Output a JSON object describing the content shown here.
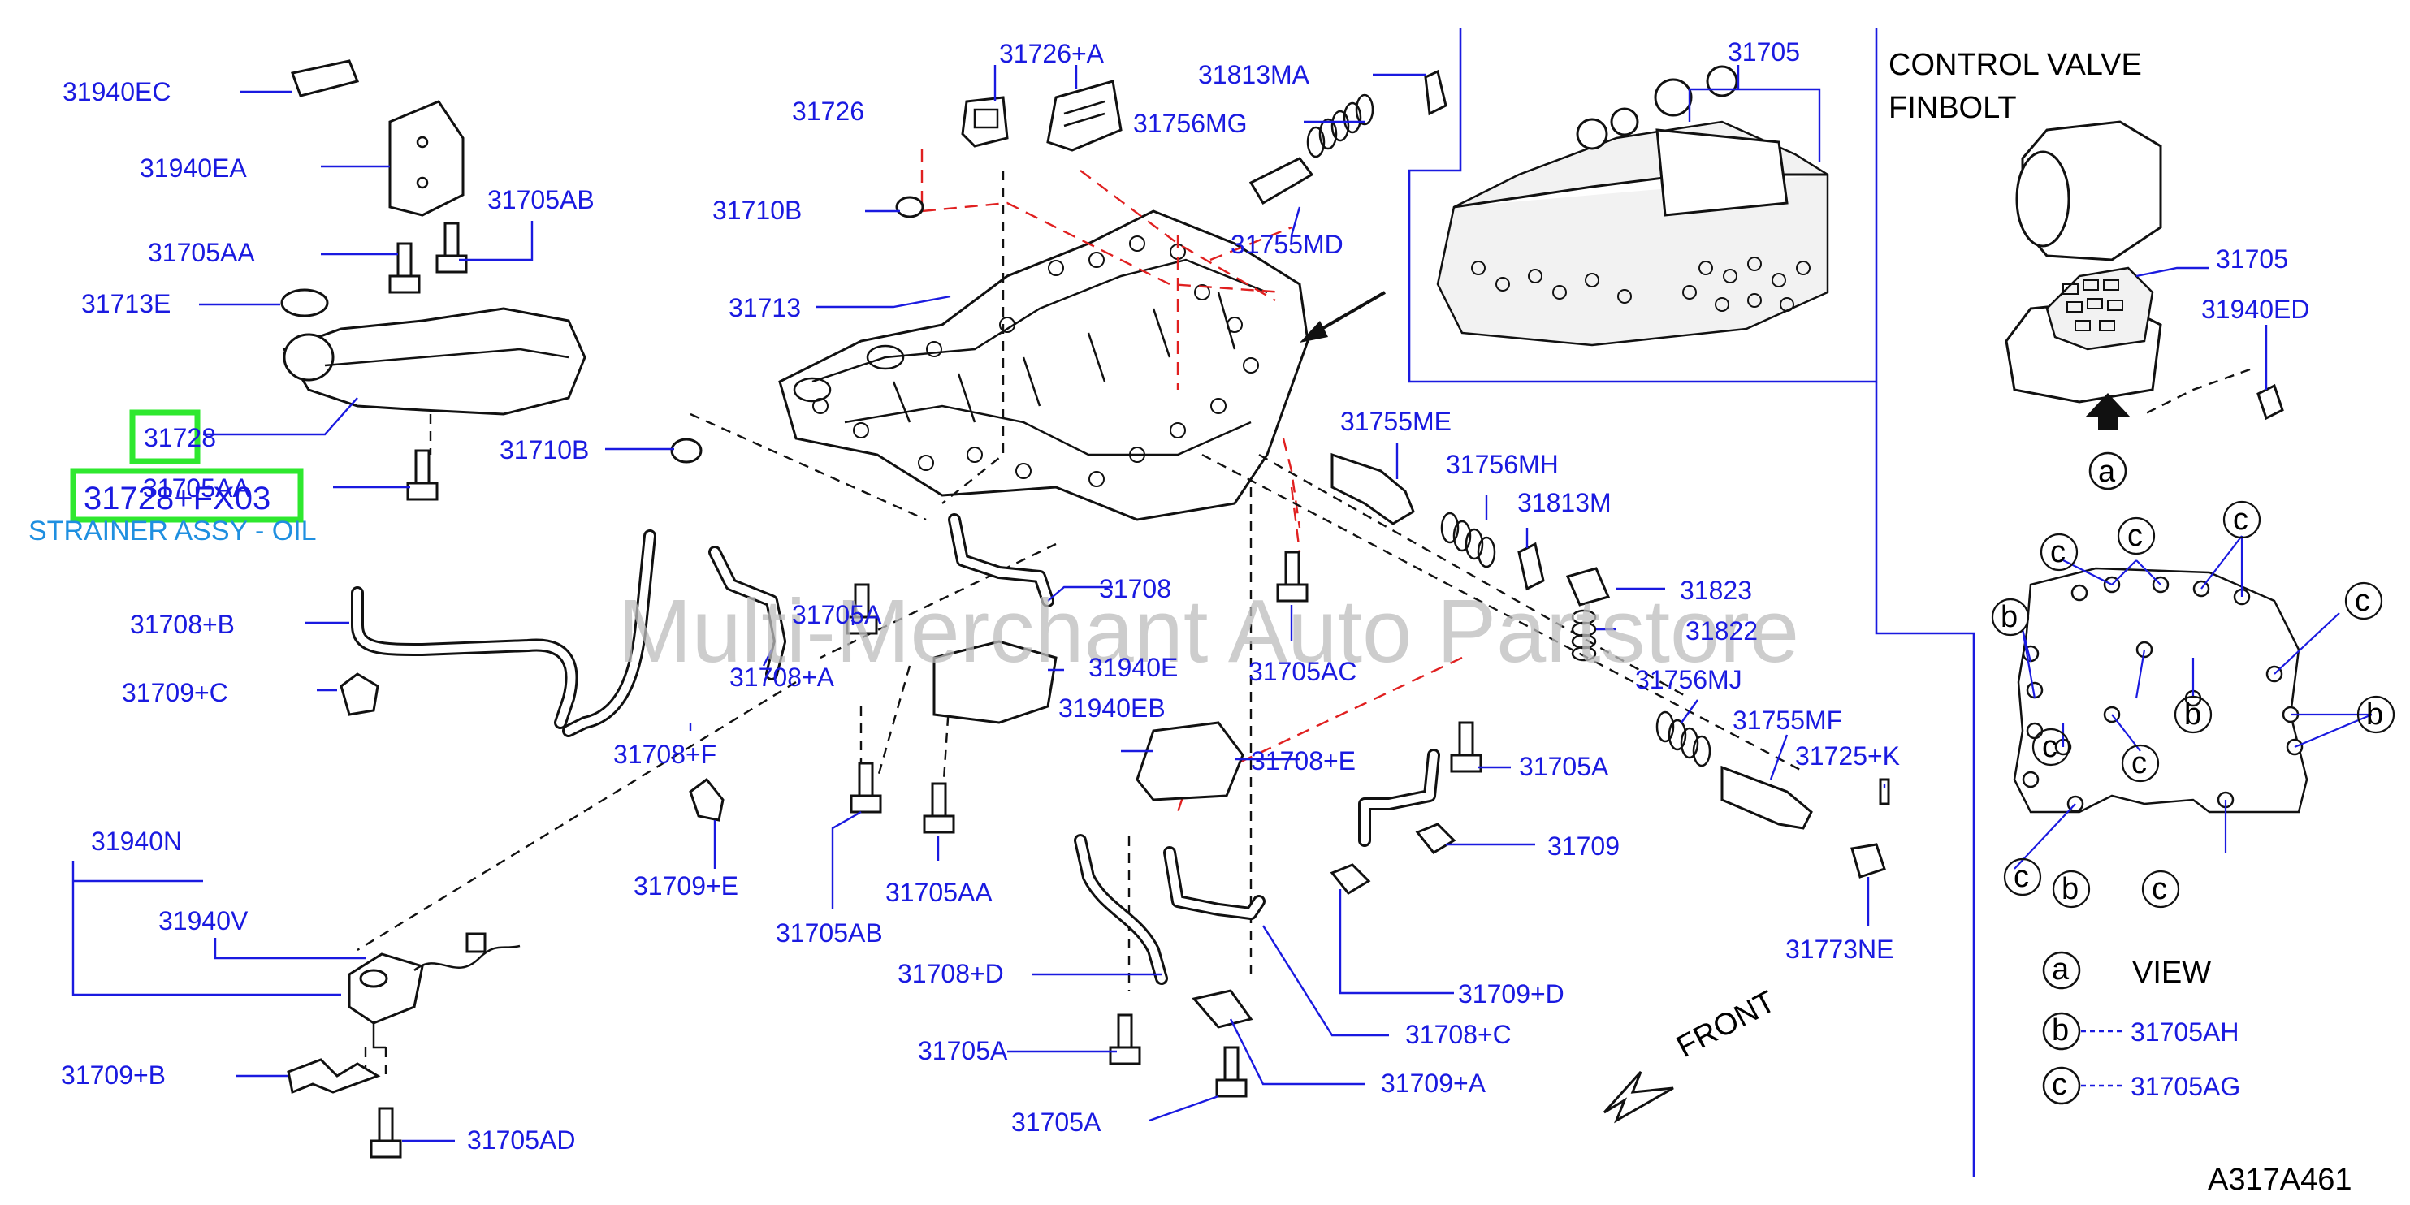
{
  "diagram": {
    "watermark": "Multi-Merchant Auto Partstore",
    "figure_code": "A317A461",
    "highlighted_label": "31728",
    "highlighted_overlay": "31728+FX03",
    "highlighted_overlay_under": "31705AA",
    "strainer_caption": "STRAINER ASSY - OIL",
    "inset_title_line1": "CONTROL  VALVE",
    "inset_title_line2": "FINBOLT",
    "front_label": "FRONT",
    "view_label": "VIEW",
    "legend": [
      {
        "symbol": "a",
        "text": "VIEW"
      },
      {
        "symbol": "b",
        "text": "31705AH"
      },
      {
        "symbol": "c",
        "text": "31705AG"
      }
    ],
    "labels": {
      "l31940EC": "31940EC",
      "l31940EA": "31940EA",
      "l31705AB_top": "31705AB",
      "l31705AA_top": "31705AA",
      "l31713E": "31713E",
      "l31726A": "31726+A",
      "l31726": "31726",
      "l31813MA": "31813MA",
      "l31756MG": "31756MG",
      "l31710B_top": "31710B",
      "l31755MD": "31755MD",
      "l31713": "31713",
      "l31705_inset": "31705",
      "l31705_inset2": "31705",
      "l31940ED": "31940ED",
      "l31710B_mid": "31710B",
      "l31755ME": "31755ME",
      "l31756MH": "31756MH",
      "l31813M": "31813M",
      "l31708B": "31708+B",
      "l31708": "31708",
      "l31823": "31823",
      "l31705A_mid": "31705A",
      "l31822": "31822",
      "l31709C": "31709+C",
      "l31708A": "31708+A",
      "l31940E": "31940E",
      "l31705AC": "31705AC",
      "l31756MJ": "31756MJ",
      "l31940EB": "31940EB",
      "l31755MF": "31755MF",
      "l31708F": "31708+F",
      "l31708E": "31708+E",
      "l31705A_right": "31705A",
      "l31725K": "31725+K",
      "l31940N": "31940N",
      "l31709E": "31709+E",
      "l31705AA_bot": "31705AA",
      "l31709": "31709",
      "l31705AB_bot": "31705AB",
      "l31940V": "31940V",
      "l31773NE": "31773NE",
      "l31708D": "31708+D",
      "l31709D": "31709+D",
      "l31708C": "31708+C",
      "l31705A_b1": "31705A",
      "l31709B": "31709+B",
      "l31709A": "31709+A",
      "l31705A_b2": "31705A",
      "l31705AD": "31705AD"
    },
    "view_symbols_b": [
      "b",
      "b",
      "b",
      "b"
    ],
    "view_symbols_c": [
      "c",
      "c",
      "c",
      "c",
      "c",
      "c",
      "c",
      "c"
    ],
    "view_symbol_a": "a"
  }
}
